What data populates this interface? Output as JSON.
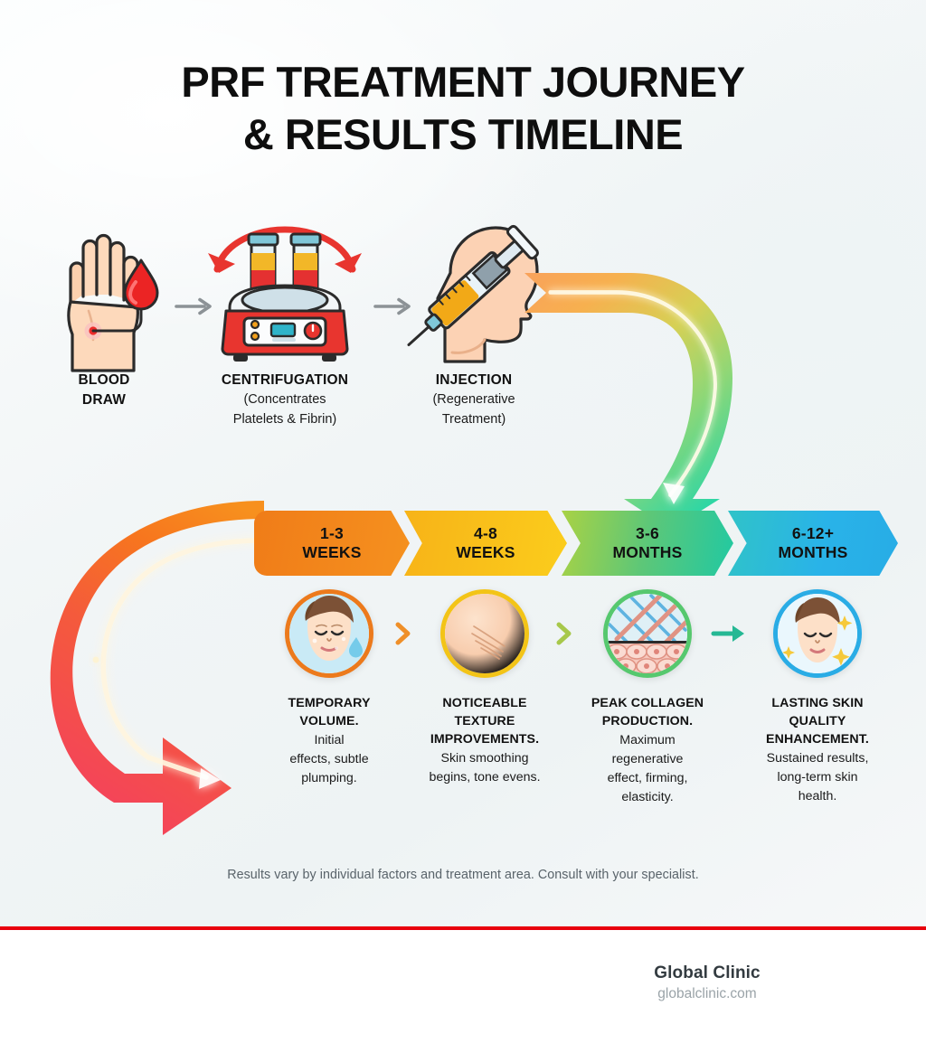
{
  "title": {
    "line1": "PRF TREATMENT JOURNEY",
    "line2": "& RESULTS TIMELINE"
  },
  "process": {
    "steps": [
      {
        "icon": "hand-blood-draw-icon",
        "label": "BLOOD\nDRAW",
        "label_l1": "BLOOD",
        "label_l2": "DRAW",
        "sub": ""
      },
      {
        "icon": "centrifuge-icon",
        "label": "CENTRIFUGATION",
        "sub": "(Concentrates\nPlatelets & Fibrin)",
        "sub_l1": "(Concentrates",
        "sub_l2": "Platelets & Fibrin)"
      },
      {
        "icon": "syringe-face-injection-icon",
        "label": "INJECTION",
        "sub": "(Regenerative\nTreatment)",
        "sub_l1": "(Regenerative",
        "sub_l2": "Treatment)"
      }
    ],
    "connector_icon": "arrow-right-icon"
  },
  "flow_arrows": {
    "top_right": {
      "name": "curved-arrow-down-right",
      "from_color": "#f79a4a",
      "to_color": "#2fd6a4"
    },
    "bottom_left": {
      "name": "curved-arrow-uturn-left",
      "from_color": "#f7901e",
      "to_color": "#f4435a"
    }
  },
  "timeline": {
    "segments": [
      {
        "period_l1": "1-3",
        "period_l2": "WEEKS",
        "color": "#f5861f"
      },
      {
        "period_l1": "4-8",
        "period_l2": "WEEKS",
        "color": "#facb1b"
      },
      {
        "period_l1": "3-6",
        "period_l2": "MONTHS",
        "color": "#6ac96e"
      },
      {
        "period_l1": "6-12+",
        "period_l2": "MONTHS",
        "color": "#29b3e8"
      }
    ]
  },
  "results": {
    "items": [
      {
        "icon": "face-hydrated-droplet-icon",
        "ring_color": "#ec7a1c",
        "title_l1": "TEMPORARY",
        "title_l2": "VOLUME.",
        "desc_l1": "Initial",
        "desc_l2": "effects, subtle",
        "desc_l3": "plumping."
      },
      {
        "icon": "skin-texture-wrinkle-icon",
        "ring_color": "#f3c417",
        "title_l1": "NOTICEABLE",
        "title_l2": "TEXTURE",
        "title_l3": "IMPROVEMENTS.",
        "desc_l1": "Skin smoothing",
        "desc_l2": "begins, tone evens."
      },
      {
        "icon": "collagen-fibers-skin-layer-icon",
        "ring_color": "#56c86e",
        "title_l1": "PEAK COLLAGEN",
        "title_l2": "PRODUCTION.",
        "desc_l1": "Maximum",
        "desc_l2": "regenerative",
        "desc_l3": "effect, firming,",
        "desc_l4": "elasticity."
      },
      {
        "icon": "face-glowing-sparkles-icon",
        "ring_color": "#2aace5",
        "title_l1": "LASTING SKIN",
        "title_l2": "QUALITY",
        "title_l3": "ENHANCEMENT.",
        "desc_l1": "Sustained results,",
        "desc_l2": "long-term skin",
        "desc_l3": "health."
      }
    ],
    "separators": [
      {
        "icon": "chevron-right-icon",
        "color": "#ef8f28"
      },
      {
        "icon": "chevron-right-icon",
        "color": "#a7c84a"
      },
      {
        "icon": "arrow-right-icon",
        "color": "#25b894"
      }
    ]
  },
  "footer": {
    "disclaimer": "Results vary by individual factors and treatment area. Consult with your specialist.",
    "rule_color": "#e8000d",
    "brand_name": "Global Clinic",
    "brand_url": "globalclinic.com"
  }
}
